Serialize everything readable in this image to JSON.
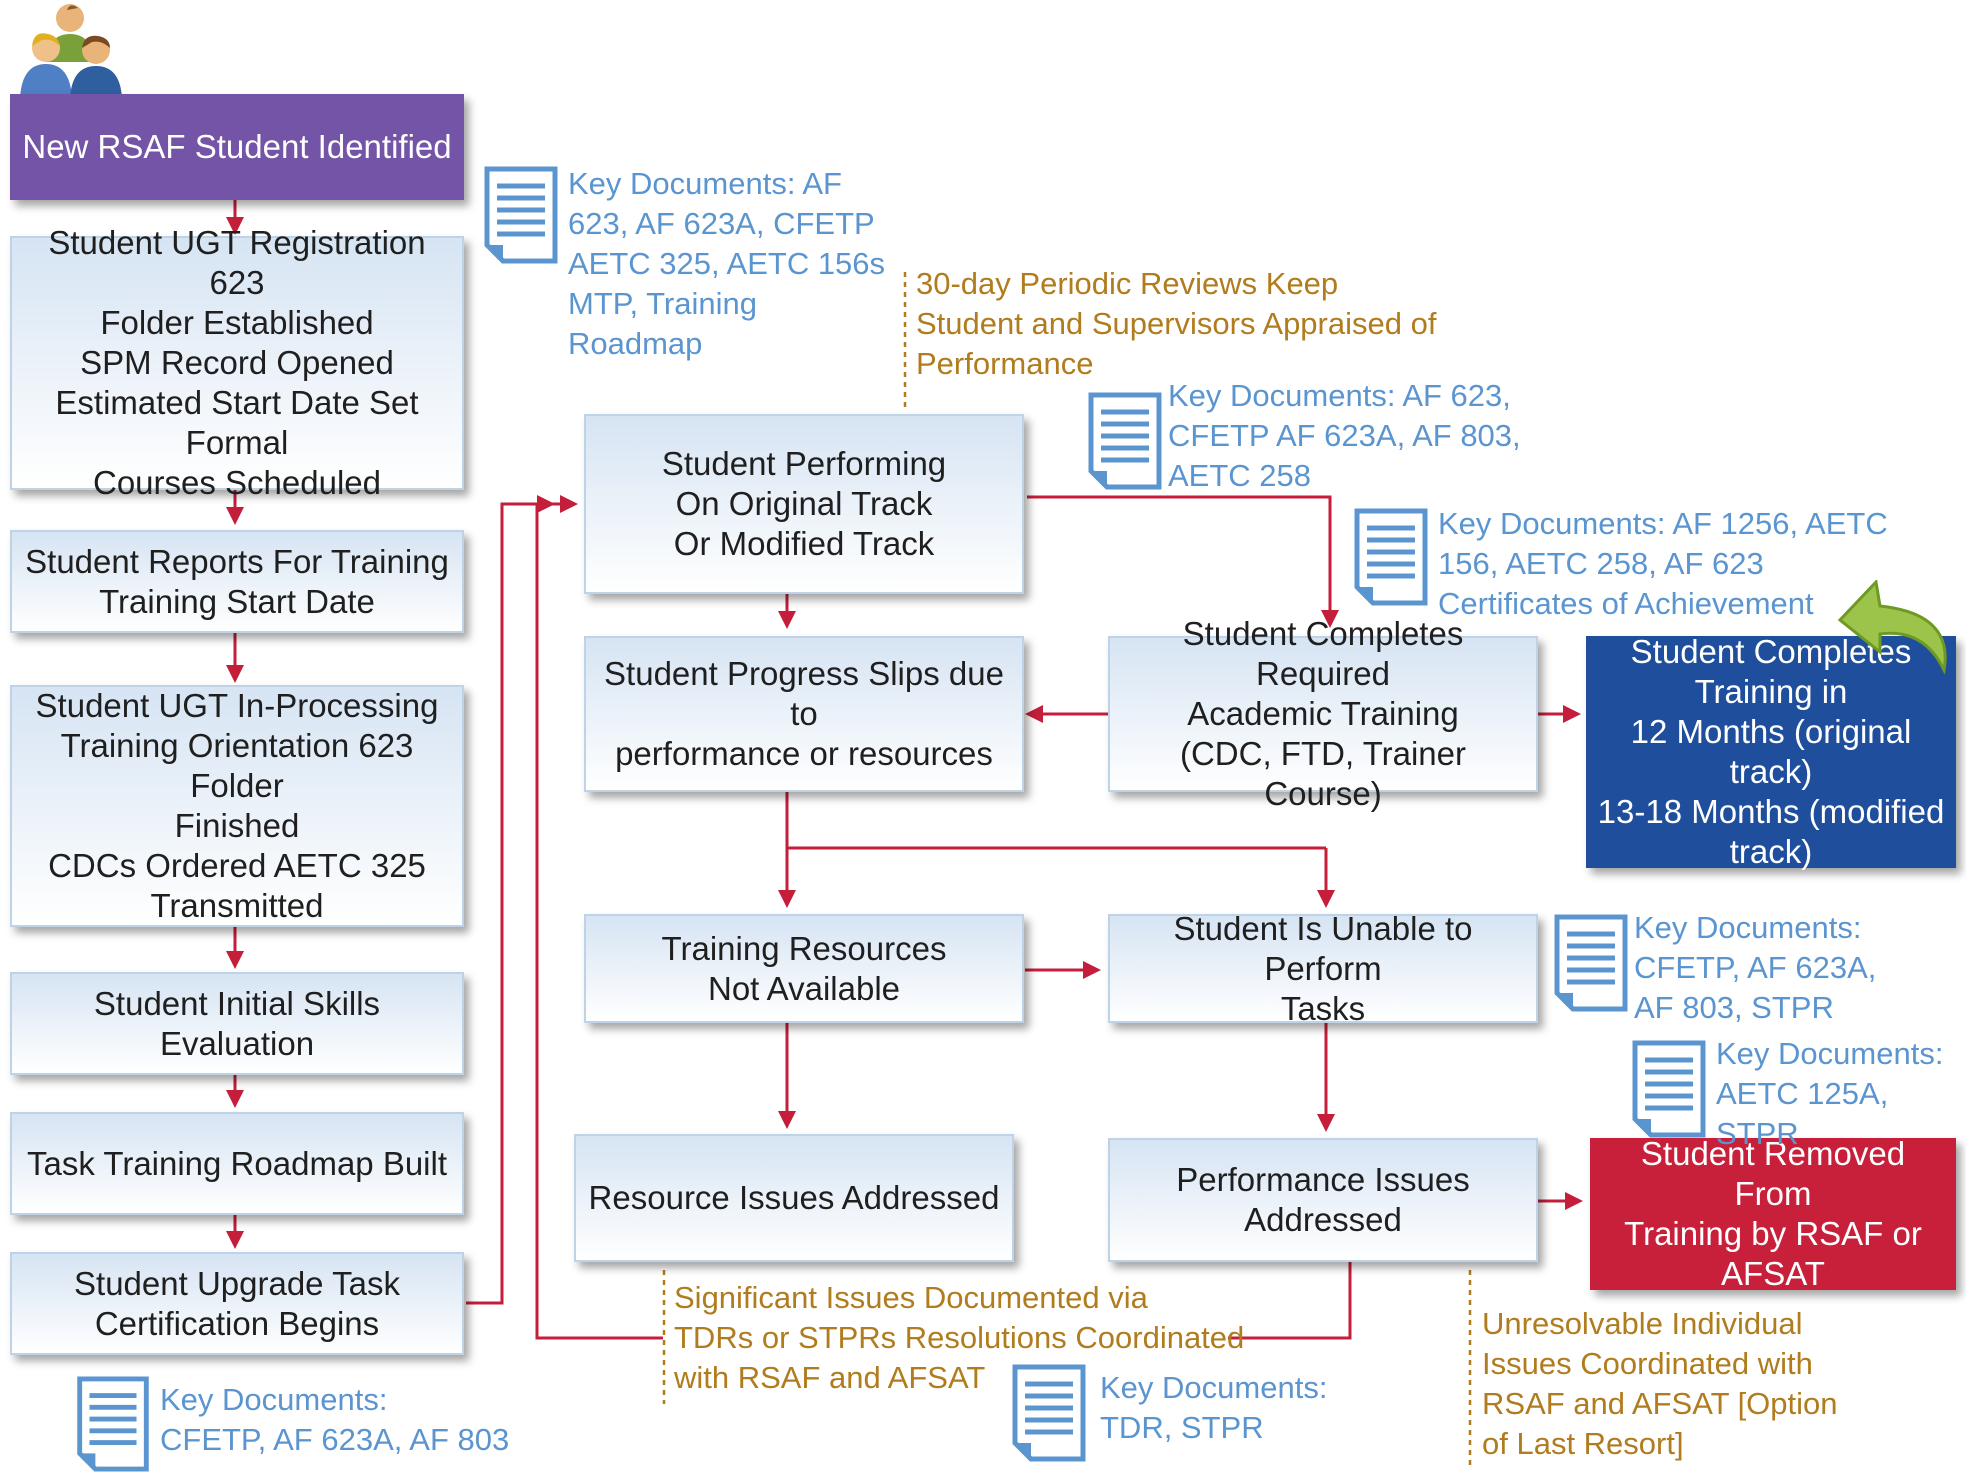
{
  "colors": {
    "arrow": "#c41e3a",
    "start_box": "#7454a6",
    "complete_box": "#1f4f9c",
    "removed_box": "#c8203a",
    "key_docs_text": "#5b95d0",
    "annotation_text": "#b07c1e"
  },
  "icons": [
    "people-group-icon",
    "document-icon",
    "return-arrow-icon"
  ],
  "boxes": {
    "start": "New RSAF Student Identified",
    "registration": "Student UGT Registration 623\nFolder Established\nSPM Record Opened\nEstimated Start Date Set Formal\nCourses Scheduled",
    "reports": "Student Reports For Training\nTraining Start Date",
    "in_processing": "Student UGT In-Processing\nTraining Orientation 623 Folder\nFinished\nCDCs Ordered AETC 325\nTransmitted",
    "skills_eval": "Student Initial Skills Evaluation",
    "roadmap": "Task Training Roadmap Built",
    "upgrade": "Student Upgrade Task\nCertification Begins",
    "performing": "Student Performing\nOn Original Track\nOr Modified Track",
    "slips": "Student Progress Slips due to\nperformance or resources",
    "completes_academic": "Student Completes Required\nAcademic Training\n(CDC, FTD, Trainer Course)",
    "completes_training": "Student Completes\nTraining in\n12 Months (original track)\n13-18 Months (modified\ntrack)",
    "resources_na": "Training Resources\nNot Available",
    "unable": "Student Is Unable to Perform\nTasks",
    "resource_issues": "Resource Issues Addressed",
    "performance_issues": "Performance Issues Addressed",
    "removed": "Student Removed From\nTraining by RSAF or\nAFSAT"
  },
  "key_docs": {
    "doc1": "Key Documents: AF\n623, AF 623A, CFETP\nAETC 325, AETC 156s\nMTP, Training\nRoadmap",
    "doc2": "Key Documents: AF 623,\nCFETP AF 623A, AF 803,\nAETC 258",
    "doc3": "Key Documents: AF 1256, AETC\n156, AETC 258, AF 623\nCertificates of Achievement",
    "doc4": "Key Documents:\nCFETP, AF 623A,\nAF 803, STPR",
    "doc5": "Key Documents:\nAETC 125A, STPR",
    "doc6": "Key Documents:\nCFETP, AF 623A, AF 803",
    "doc7": "Key Documents:\nTDR, STPR"
  },
  "annotations": {
    "periodic_reviews": "30-day Periodic Reviews Keep\nStudent and Supervisors Appraised of\nPerformance",
    "significant_issues": "Significant Issues Documented via\nTDRs or STPRs Resolutions Coordinated\nwith RSAF and AFSAT",
    "unresolvable": "Unresolvable Individual\nIssues Coordinated with\nRSAF and AFSAT [Option\nof Last Resort]"
  }
}
